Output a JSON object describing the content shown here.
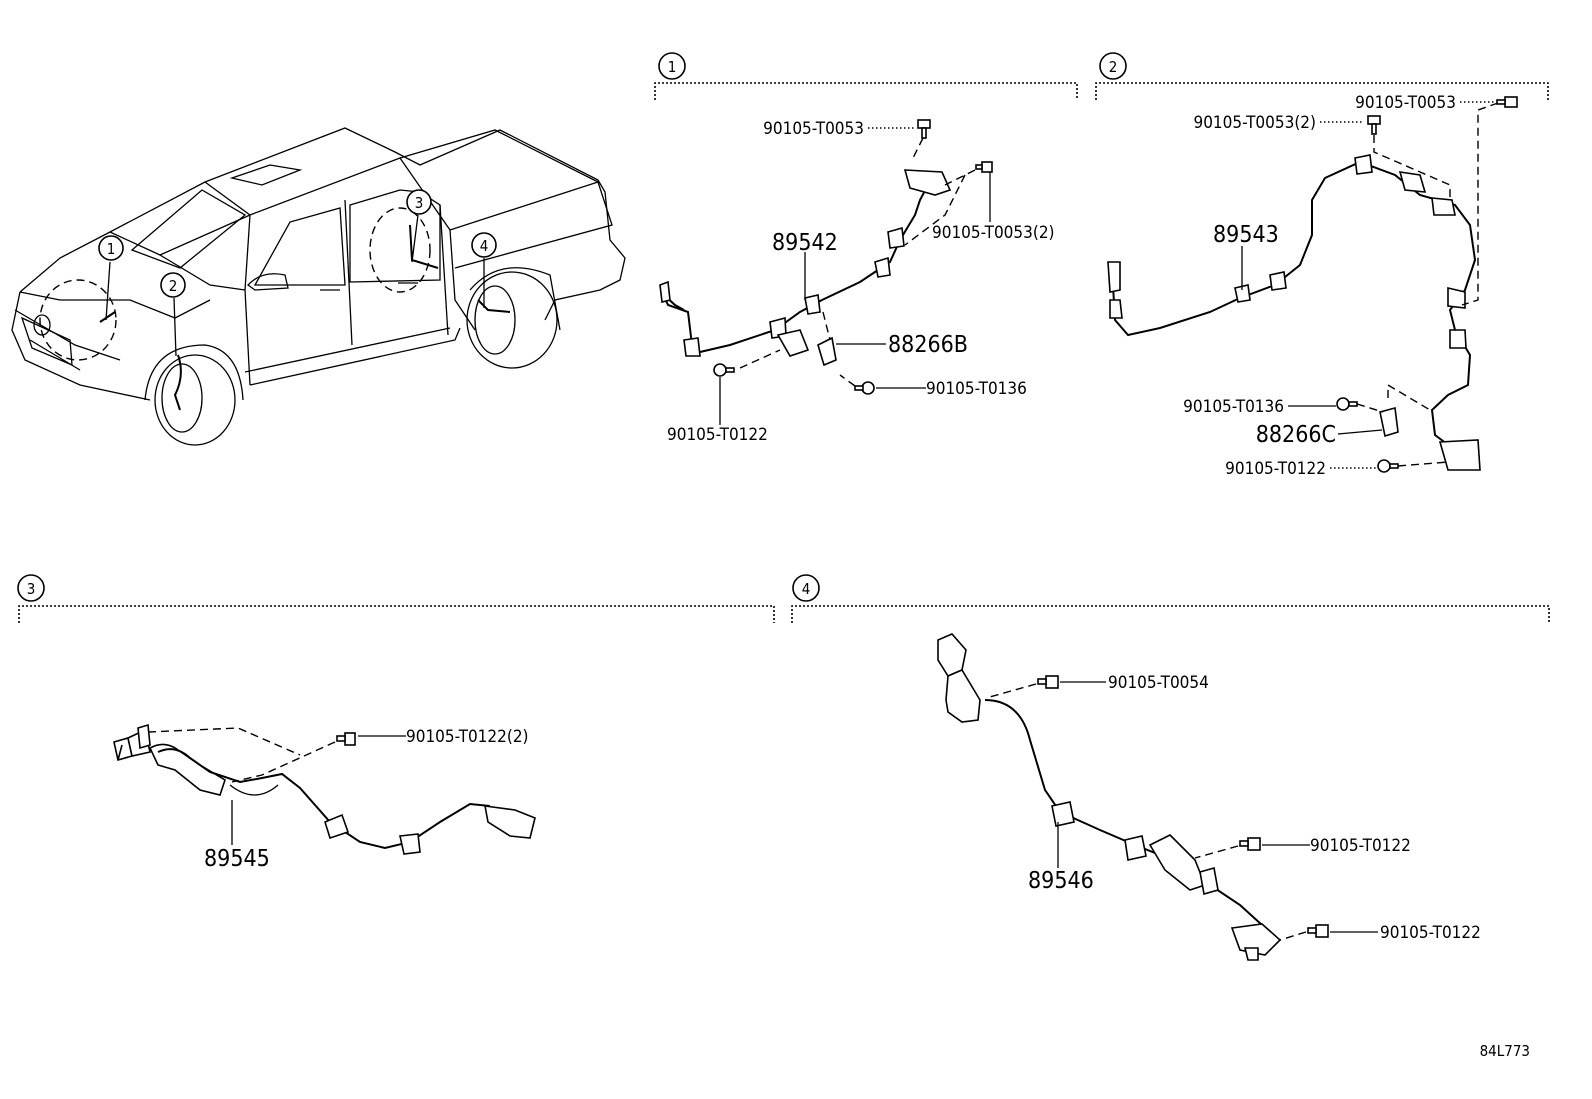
{
  "diagram_code": "84L773",
  "callouts": [
    "1",
    "2",
    "3",
    "4"
  ],
  "groups": {
    "g1": {
      "callout": "1",
      "parts": {
        "main": "89542",
        "bolt_top": "90105-T0053",
        "bolt_right": "90105-T0053(2)",
        "bracket": "88266B",
        "bolt_bracket": "90105-T0136",
        "bolt_bottom": "90105-T0122"
      }
    },
    "g2": {
      "callout": "2",
      "parts": {
        "main": "89543",
        "bolt_top_right": "90105-T0053",
        "bolt_top": "90105-T0053(2)",
        "bolt_bracket": "90105-T0136",
        "bracket": "88266C",
        "bolt_bottom": "90105-T0122"
      }
    },
    "g3": {
      "callout": "3",
      "parts": {
        "main": "89545",
        "bolt": "90105-T0122(2)"
      }
    },
    "g4": {
      "callout": "4",
      "parts": {
        "main": "89546",
        "bolt_top": "90105-T0054",
        "bolt_mid": "90105-T0122",
        "bolt_bottom": "90105-T0122"
      }
    }
  }
}
